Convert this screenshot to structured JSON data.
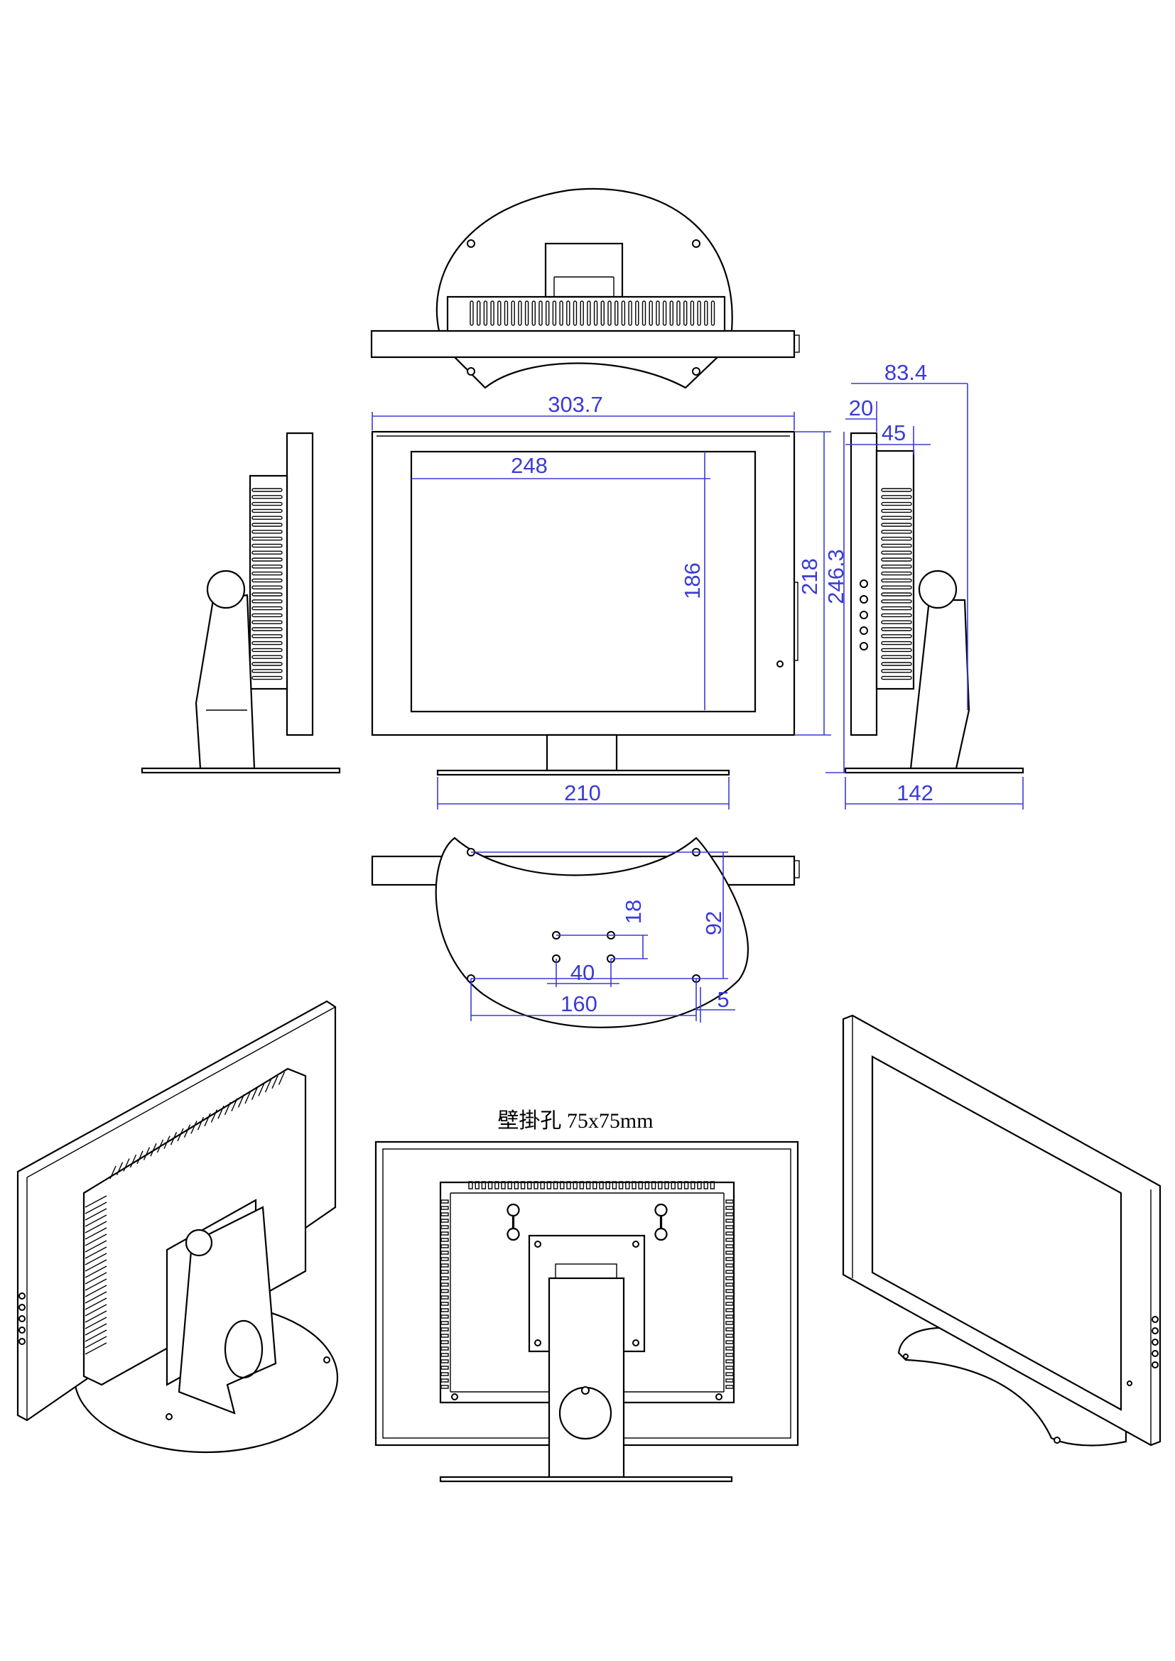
{
  "dimensions": {
    "total_width": "303.7",
    "screen_width": "248",
    "screen_height": "186",
    "bezel_height": "218",
    "total_height": "246.3",
    "depth_total": "83.4",
    "depth_panel": "20",
    "depth_back": "45",
    "base_width": "210",
    "base_depth": "142",
    "hole_span_small_v": "18",
    "hole_span_large_v": "92",
    "hole_span_small_h": "40",
    "hole_span_large_h": "160",
    "hole_offset": "5"
  },
  "caption": "壁掛孔 75x75mm",
  "colors": {
    "dimension": "#3b3bd6",
    "line": "#000000"
  }
}
